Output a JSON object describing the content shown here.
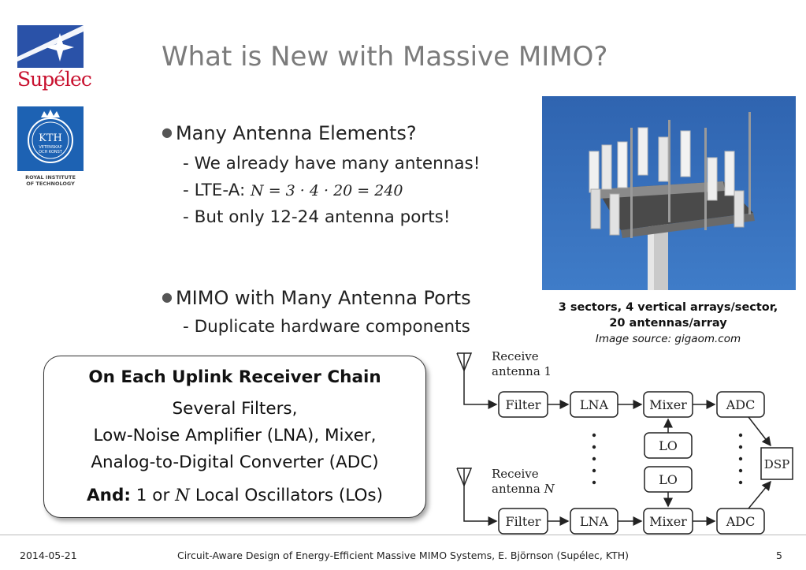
{
  "logos": {
    "supelec_text": "Supélec",
    "kth_inner": [
      "KTH",
      "VETENSKAP",
      "OCH KONST"
    ],
    "kth_caption": [
      "ROYAL INSTITUTE",
      "OF TECHNOLOGY"
    ]
  },
  "title": "What is New with Massive MIMO?",
  "bullets": [
    {
      "text": "Many Antenna Elements?",
      "subs": [
        "- We already have many antennas!",
        "- LTE-A:",
        "- But only 12-24 antenna ports!"
      ]
    },
    {
      "text": "MIMO with Many Antenna Ports",
      "subs": [
        "- Duplicate hardware components"
      ]
    }
  ],
  "lte_equation": "N = 3 · 4 · 20 = 240",
  "photo_caption": {
    "line1": "3 sectors, 4 vertical arrays/sector,",
    "line2": "20 antennas/array",
    "source": "Image source: gigaom.com"
  },
  "box": {
    "heading": "On Each Uplink Receiver Chain",
    "line1": "Several Filters,",
    "line2": "Low-Noise Amplifier (LNA), Mixer,",
    "line3": "Analog-to-Digital Converter (ADC)",
    "last_bold": "And:",
    "last_rest_a": "1 or",
    "last_var": "N",
    "last_rest_b": "Local Oscillators (LOs)"
  },
  "diagram": {
    "antenna1_line1": "Receive",
    "antenna1_line2": "antenna 1",
    "antennaN_line1": "Receive",
    "antennaN_line2": "antenna",
    "antennaN_var": "N",
    "filter": "Filter",
    "lna": "LNA",
    "mixer": "Mixer",
    "adc": "ADC",
    "lo": "LO",
    "dsp": "DSP"
  },
  "footer": {
    "date": "2014-05-21",
    "center": "Circuit-Aware Design of Energy-Efficient Massive MIMO Systems, E. Björnson (Supélec, KTH)",
    "page": "5"
  }
}
